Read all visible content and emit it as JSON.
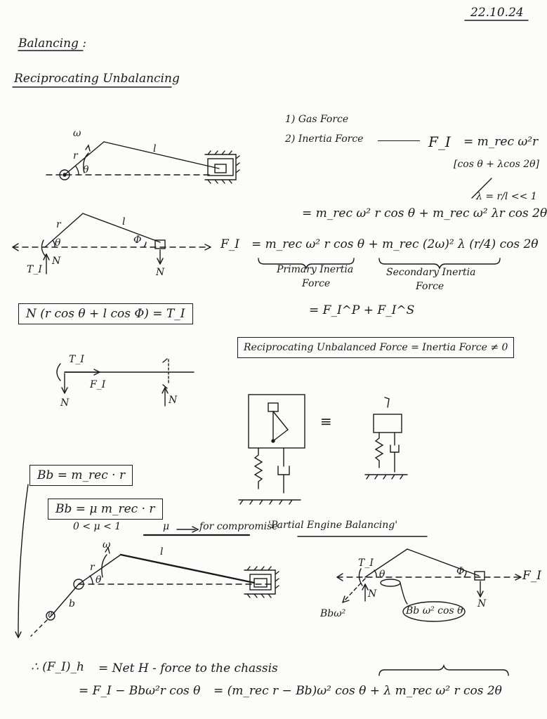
{
  "header": {
    "date": "22.10.24",
    "title": "Balancing :",
    "subtitle": "Reciprocating Unbalancing"
  },
  "fig1": {
    "omega": "ω",
    "r": "r",
    "l": "l",
    "theta": "θ"
  },
  "forces_list": {
    "item1": "1) Gas Force",
    "item2": "2) Inertia Force",
    "fi": "F_I",
    "fi_expr": "= m_rec ω²r",
    "bracket": "[cos θ + λcos 2θ]",
    "lambda_def": "λ = r/l << 1"
  },
  "equations": {
    "eq1": "= m_rec ω² r cos θ + m_rec ω² λr cos 2θ",
    "eq2": "= m_rec ω² r cos θ + m_rec (2ω)² λ (r/4) cos 2θ",
    "primary_label_1": "Primary Inertia",
    "primary_label_2": "Force",
    "secondary_label_1": "Secondary Inertia",
    "secondary_label_2": "Force",
    "eq3": "= F_I^P + F_I^S"
  },
  "fig2": {
    "r": "r",
    "l": "l",
    "theta": "θ",
    "phi": "Φ",
    "fi": "F_I",
    "ti": "T_I",
    "n_left": "N",
    "n_right": "N"
  },
  "boxed": {
    "torque_eq": "N (r cos θ + l cos Φ) = T_I",
    "unbalanced": "Reciprocating Unbalanced Force = Inertia Force ≠ 0",
    "bb1": "Bb = m_rec · r",
    "bb2": "Bb = μ m_rec · r"
  },
  "fig3": {
    "ti": "T_I",
    "fi": "F_I",
    "n_left": "N",
    "n_right": "N"
  },
  "equiv": "≡",
  "mu_line": {
    "range": "0 < μ < 1",
    "mu": "μ",
    "compromise": "for compromise",
    "partial": "'Partial Engine Balancing'"
  },
  "fig4": {
    "omega": "ω",
    "r": "r",
    "l": "l",
    "theta": "θ",
    "b": "b",
    "B": "B"
  },
  "fig5": {
    "ti": "T_I",
    "theta": "θ",
    "phi": "Φ",
    "fi": "F_I",
    "n_left": "N",
    "n_right": "N",
    "bbw": "Bbω²",
    "bbw_cos": "Bb ω² cos θ"
  },
  "final": {
    "line1_lhs": "∴ (F_I)_h",
    "line1_rhs": "= Net H - force to the chassis",
    "line2": "= F_I − Bbω²r cos θ",
    "line2b": "= (m_rec r − Bb)ω² cos θ + λ m_rec ω² r cos 2θ"
  }
}
